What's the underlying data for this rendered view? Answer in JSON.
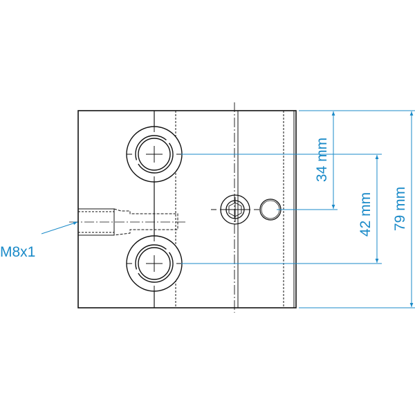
{
  "drawing": {
    "thread_label": "M8x1",
    "dimensions": [
      {
        "label": "34 mm",
        "value_mm": 34
      },
      {
        "label": "42 mm",
        "value_mm": 42
      },
      {
        "label": "79 mm",
        "value_mm": 79
      }
    ],
    "colors": {
      "dimension": "#1a8ac8",
      "line": "#111111"
    }
  }
}
